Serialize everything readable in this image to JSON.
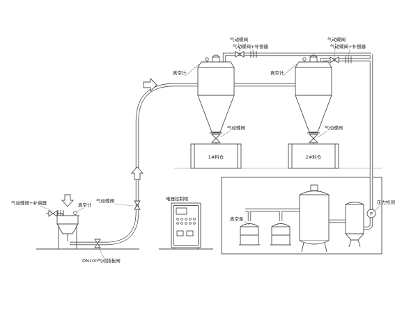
{
  "colors": {
    "line": "#4a4a4a",
    "background": "#ffffff",
    "text": "#222222"
  },
  "diagram": {
    "feeder": {
      "valve_comp_label": "气动蝶阀+补偿器",
      "gauge_label": "真空计",
      "line_valve_label": "气动蝶阀",
      "gate_valve_label": "DN100气动插板阀"
    },
    "receiver1": {
      "top_valve_label": "气动蝶阀",
      "top_comp_label": "气动蝶阀+补偿器",
      "gauge_label": "真空计",
      "discharge_valve_label": "气动蝶阀",
      "silo_label": "1#料仓"
    },
    "receiver2": {
      "top_valve_label": "气动蝶阀",
      "top_comp_label": "气动蝶阀+补偿器",
      "gauge_label": "真空计",
      "discharge_valve_label": "气动蝶阀",
      "silo_label": "2#料仓"
    },
    "cabinet": {
      "label": "电器控制柜"
    },
    "pump_room": {
      "pump_label": "真空泵",
      "pressure_label": "压力检测",
      "gauge_tag": "P"
    }
  }
}
